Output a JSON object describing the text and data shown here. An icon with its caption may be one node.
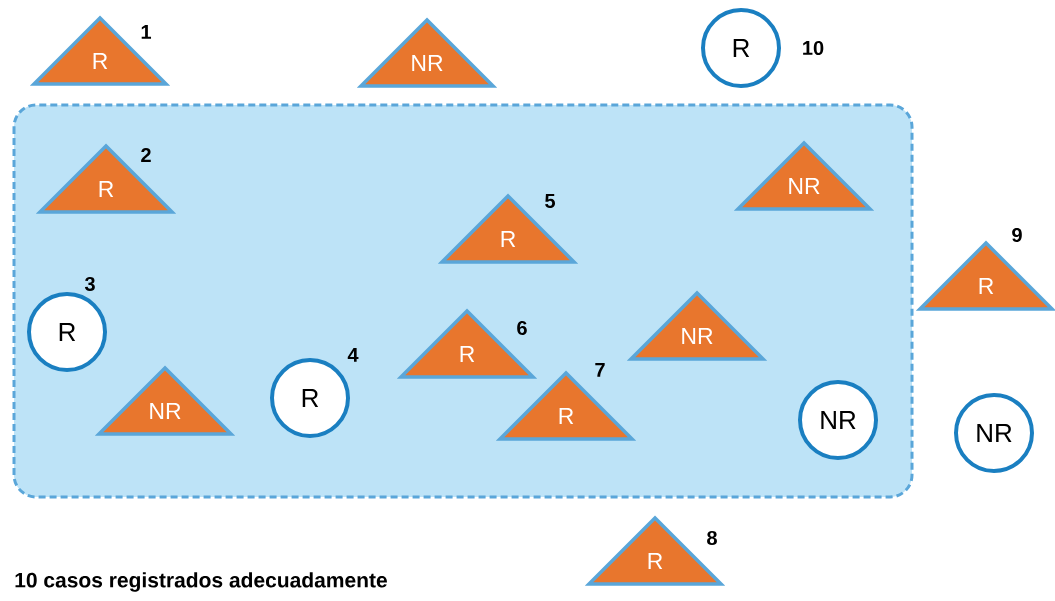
{
  "diagram": {
    "caption": "10 casos registrados adecuadamente",
    "nodes": [
      {
        "text": [],
        "shape": "box"
      },
      {
        "text": [
          "R"
        ],
        "beside": [
          "1"
        ]
      },
      {
        "text": [
          "NR"
        ]
      },
      {
        "text": [
          "R"
        ],
        "beside": [
          "10"
        ]
      },
      {
        "text": [
          "R"
        ],
        "beside": [
          "2"
        ],
        "in": 0
      },
      {
        "text": [
          "NR"
        ],
        "in": 0
      },
      {
        "text": [
          "R"
        ],
        "beside": [
          "5"
        ],
        "in": 0
      },
      {
        "text": [
          "R"
        ],
        "beside": [
          "3"
        ],
        "in": 0
      },
      {
        "text": [
          "R"
        ],
        "beside": [
          "6"
        ],
        "in": 0
      },
      {
        "text": [
          "NR"
        ],
        "in": 0
      },
      {
        "text": [
          "R"
        ],
        "beside": [
          "4"
        ],
        "in": 0
      },
      {
        "text": [
          "NR"
        ],
        "in": 0
      },
      {
        "text": [
          "R"
        ],
        "beside": [
          "7"
        ],
        "in": 0
      },
      {
        "text": [
          "NR"
        ],
        "in": 0
      },
      {
        "text": [
          "R"
        ],
        "beside": [
          "9"
        ]
      },
      {
        "text": [
          "NR"
        ]
      },
      {
        "text": [
          "R"
        ],
        "beside": [
          "8"
        ]
      }
    ]
  }
}
